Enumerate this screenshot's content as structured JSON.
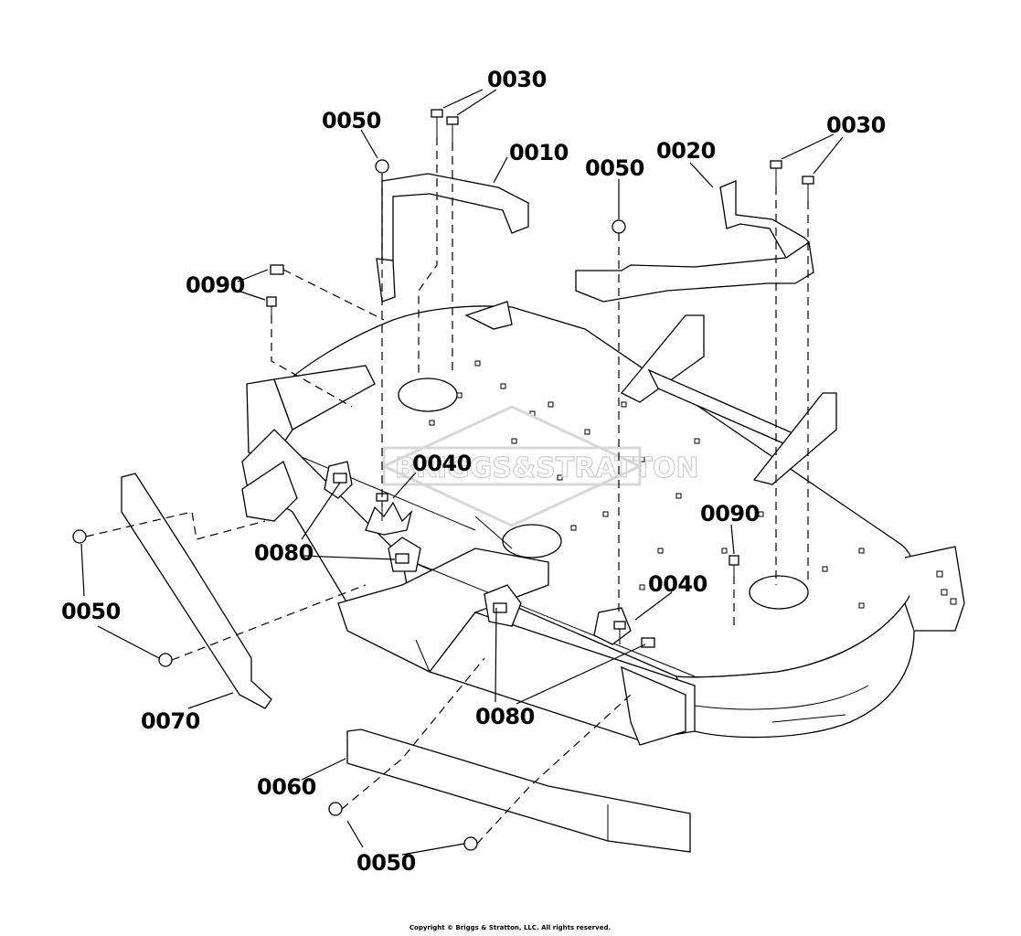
{
  "labels": {
    "l0010": "0010",
    "l0020": "0020",
    "l0030a": "0030",
    "l0030b": "0030",
    "l0040a": "0040",
    "l0040b": "0040",
    "l0050a": "0050",
    "l0050b": "0050",
    "l0050c": "0050",
    "l0050d": "0050",
    "l0060": "0060",
    "l0070": "0070",
    "l0080a": "0080",
    "l0080b": "0080",
    "l0090a": "0090",
    "l0090b": "0090"
  },
  "watermark": "BRIGGS&STRATTON",
  "copyright": "Copyright © Briggs & Stratton, LLC. All rights reserved."
}
